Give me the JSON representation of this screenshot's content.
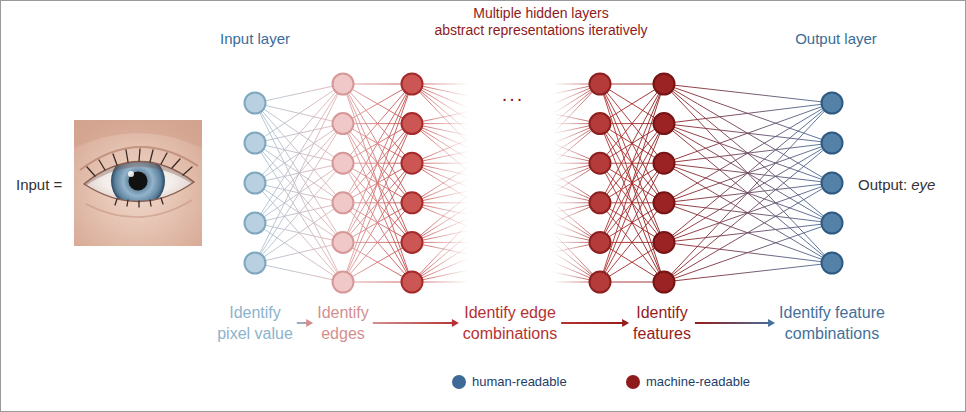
{
  "diagram": {
    "nodes": [
      {
        "text": [
          "Identify pixel value"
        ]
      },
      {
        "text": [
          "Identify edges"
        ]
      },
      {
        "text": [
          "Identify edge combinations"
        ]
      },
      {
        "text": [
          "Identify features"
        ]
      },
      {
        "text": [
          "Identify feature combinations"
        ]
      }
    ],
    "edges": [
      {
        "from": 0,
        "to": 1,
        "arrow": "to"
      },
      {
        "from": 1,
        "to": 2,
        "arrow": "to"
      },
      {
        "from": 2,
        "to": 3,
        "arrow": "to"
      },
      {
        "from": 3,
        "to": 4,
        "arrow": "to"
      }
    ],
    "labels": [
      "Input layer",
      "Multiple hidden layers",
      "abstract representations iteratively",
      "Output layer",
      "Input =",
      "...",
      "Output:",
      "eye"
    ],
    "legend": [
      {
        "text": "human-readable",
        "color": "#3d6a96"
      },
      {
        "text": "machine-readable",
        "color": "#8e1b1b"
      }
    ]
  }
}
